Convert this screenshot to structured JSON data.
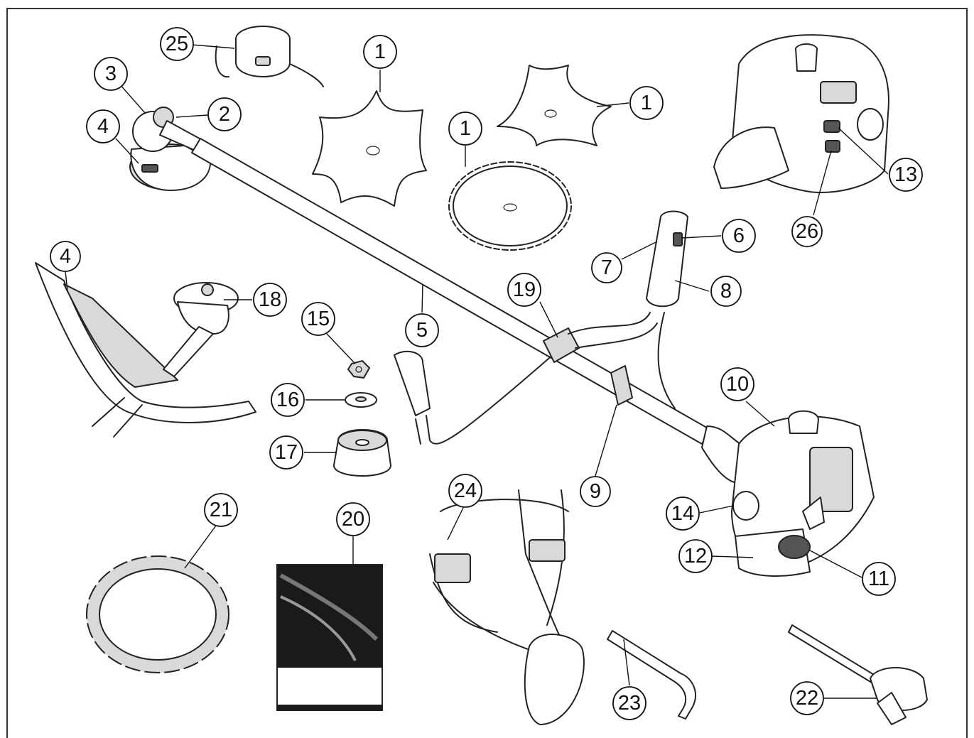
{
  "callouts": [
    {
      "id": "c25",
      "label": "25"
    },
    {
      "id": "c1a",
      "label": "1"
    },
    {
      "id": "c1b",
      "label": "1"
    },
    {
      "id": "c1c",
      "label": "1"
    },
    {
      "id": "c3",
      "label": "3"
    },
    {
      "id": "c2",
      "label": "2"
    },
    {
      "id": "c4a",
      "label": "4"
    },
    {
      "id": "c4b",
      "label": "4"
    },
    {
      "id": "c18",
      "label": "18"
    },
    {
      "id": "c15",
      "label": "15"
    },
    {
      "id": "c5",
      "label": "5"
    },
    {
      "id": "c16",
      "label": "16"
    },
    {
      "id": "c17",
      "label": "17"
    },
    {
      "id": "c19",
      "label": "19"
    },
    {
      "id": "c7",
      "label": "7"
    },
    {
      "id": "c6",
      "label": "6"
    },
    {
      "id": "c8",
      "label": "8"
    },
    {
      "id": "c13",
      "label": "13"
    },
    {
      "id": "c26",
      "label": "26"
    },
    {
      "id": "c10",
      "label": "10"
    },
    {
      "id": "c9",
      "label": "9"
    },
    {
      "id": "c14",
      "label": "14"
    },
    {
      "id": "c12",
      "label": "12"
    },
    {
      "id": "c11",
      "label": "11"
    },
    {
      "id": "c21",
      "label": "21"
    },
    {
      "id": "c20",
      "label": "20"
    },
    {
      "id": "c24",
      "label": "24"
    },
    {
      "id": "c23",
      "label": "23"
    },
    {
      "id": "c22",
      "label": "22"
    }
  ],
  "colors": {
    "ink": "#111111",
    "background": "#ffffff",
    "manual_cover": "#111111"
  }
}
